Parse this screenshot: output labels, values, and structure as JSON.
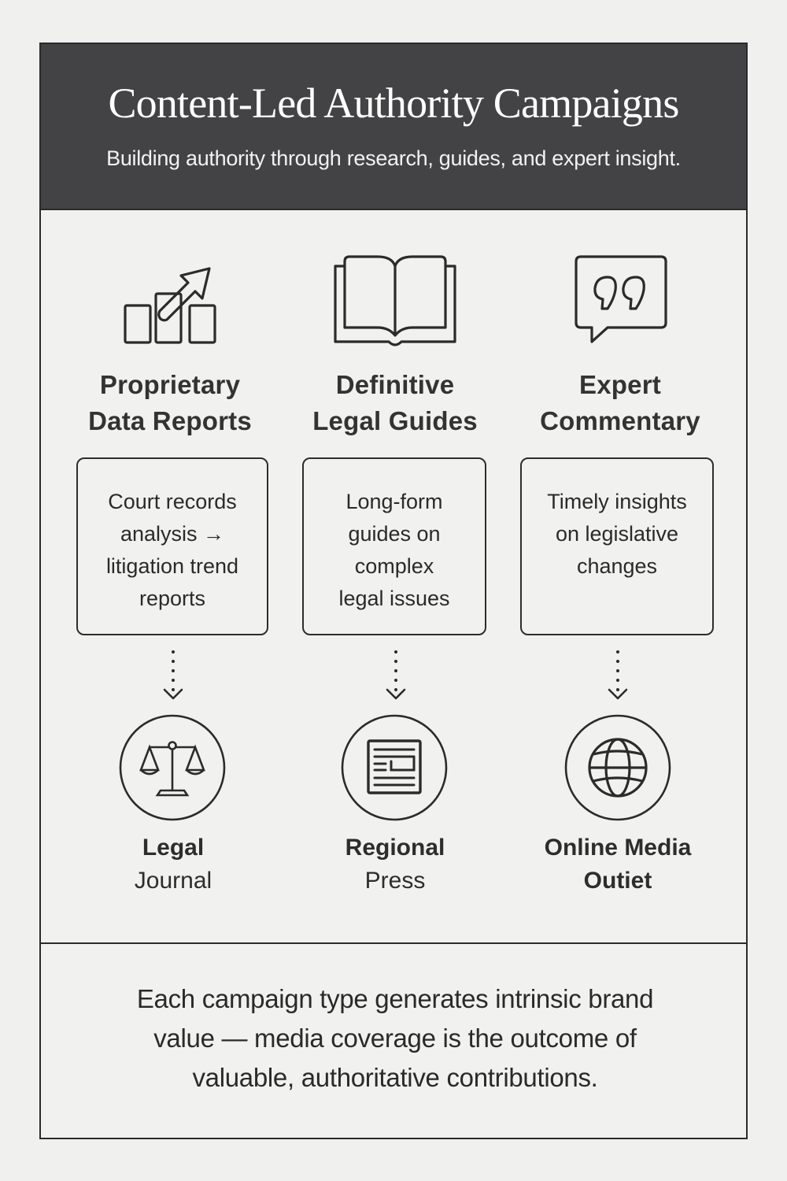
{
  "header": {
    "title": "Content-Led Authority Campaigns",
    "subtitle": "Building authority through research, guides, and expert insight."
  },
  "campaigns": [
    {
      "icon": "bar-chart-arrow-icon",
      "title_line1": "Proprietary",
      "title_line2": "Data Reports",
      "description": [
        "Court records",
        "analysis →",
        "litigation trend",
        "reports"
      ],
      "outlet": {
        "icon": "scales-of-justice-icon",
        "line1": "Legal",
        "line2": "Journal"
      }
    },
    {
      "icon": "open-book-icon",
      "title_line1": "Definitive",
      "title_line2": "Legal Guides",
      "description": [
        "Long-form",
        "guides on",
        "complex",
        "legal issues"
      ],
      "outlet": {
        "icon": "newspaper-icon",
        "line1": "Regional",
        "line2": "Press"
      }
    },
    {
      "icon": "quote-bubble-icon",
      "title_line1": "Expert",
      "title_line2": "Commentary",
      "description": [
        "Timely insights",
        "on legislative",
        "changes"
      ],
      "outlet": {
        "icon": "globe-icon",
        "line1": "Online Media",
        "line2": "Outiet"
      }
    }
  ],
  "footer": {
    "line1": "Each campaign type generates intrinsic brand",
    "line2": "value — media coverage is the outcome of",
    "line3": "valuable, authoritative contributions."
  },
  "colors": {
    "header_bg": "#434345",
    "background": "#f0f0ef",
    "stroke": "#2b2b2b",
    "title_text": "#ffffff"
  }
}
